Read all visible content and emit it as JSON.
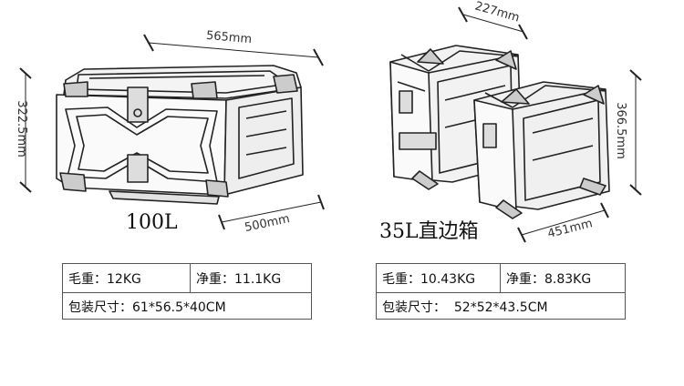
{
  "left_product": {
    "width_label": "565mm",
    "height_label": "322.5mm",
    "depth_label": "500mm",
    "model_label": "100L",
    "specs": {
      "gross_weight": "毛重：12KG",
      "net_weight": "净重：11.1KG",
      "package_size": "包装尺寸：61*56.5*40CM"
    }
  },
  "right_product": {
    "width_label": "227mm",
    "height_label": "366.5mm",
    "depth_label": "451mm",
    "model_label": "35L直边箱",
    "specs": {
      "gross_weight": "毛重：10.43KG",
      "net_weight": "净重：8.83KG",
      "package_size": "包装尺寸：  52*52*43.5CM"
    }
  }
}
